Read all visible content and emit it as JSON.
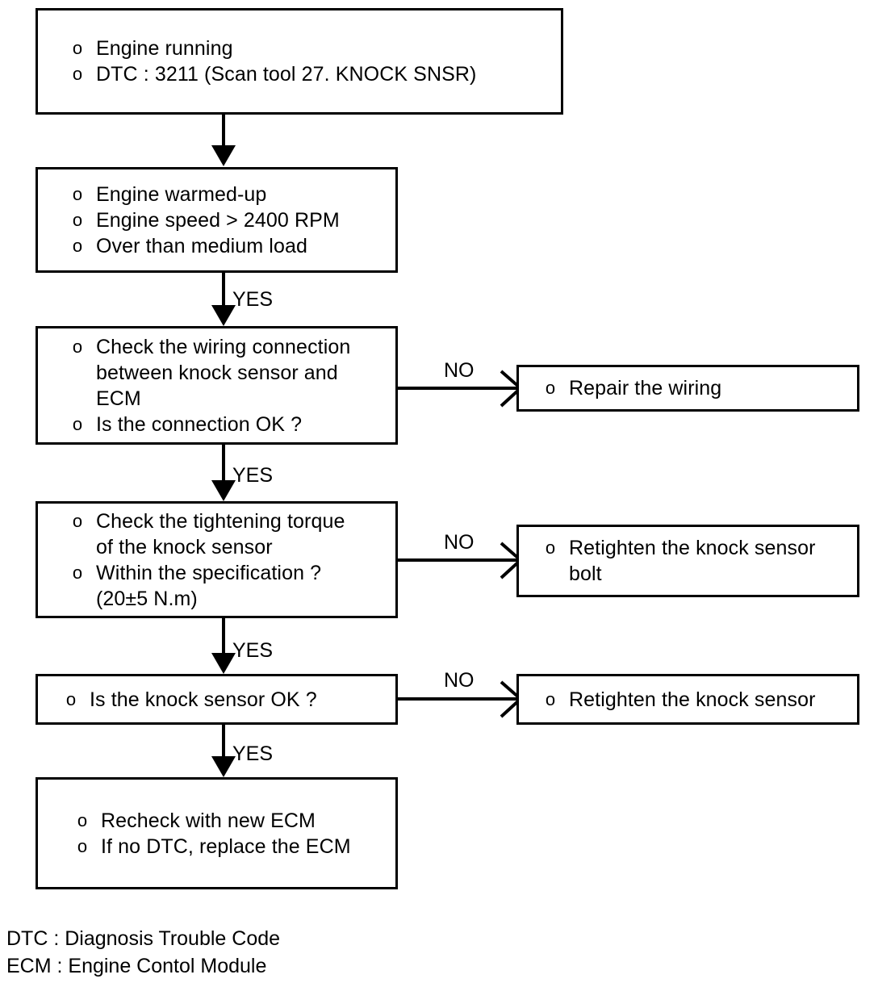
{
  "diagram": {
    "title": "Knock sensor DTC 3211 troubleshooting flowchart",
    "stroke_color": "#000000",
    "background_color": "#ffffff",
    "nodes": [
      {
        "id": "start",
        "bullets": [
          "Engine running",
          "DTC : 3211 (Scan tool 27. KNOCK SNSR)"
        ]
      },
      {
        "id": "conditions",
        "bullets": [
          "Engine warmed-up",
          "Engine speed > 2400 RPM",
          "Over than medium load"
        ]
      },
      {
        "id": "check-wiring",
        "bullets": [
          "Check the wiring connection\nbetween  knock  sensor  and\nECM",
          "Is the connection OK ?"
        ]
      },
      {
        "id": "repair-wiring",
        "bullets": [
          "Repair the wiring"
        ]
      },
      {
        "id": "check-torque",
        "bullets": [
          "Check the tightening torque\nof the knock sensor",
          "Within the specification ?\n(20±5 N.m)"
        ]
      },
      {
        "id": "retighten-bolt",
        "bullets": [
          "Retighten the knock sensor\nbolt"
        ]
      },
      {
        "id": "sensor-ok",
        "bullets": [
          "Is the knock sensor OK ?"
        ]
      },
      {
        "id": "retighten-sensor",
        "bullets": [
          "Retighten the knock sensor"
        ]
      },
      {
        "id": "recheck-ecm",
        "bullets": [
          "Recheck with new ECM",
          "If no DTC, replace the ECM"
        ]
      }
    ],
    "edge_labels": {
      "yes_1": "YES",
      "yes_2": "YES",
      "yes_3": "YES",
      "yes_4": "YES",
      "no_1": "NO",
      "no_2": "NO",
      "no_3": "NO"
    },
    "bullet_glyph": "o",
    "legend": "DTC : Diagnosis Trouble Code\nECM : Engine Contol Module"
  }
}
